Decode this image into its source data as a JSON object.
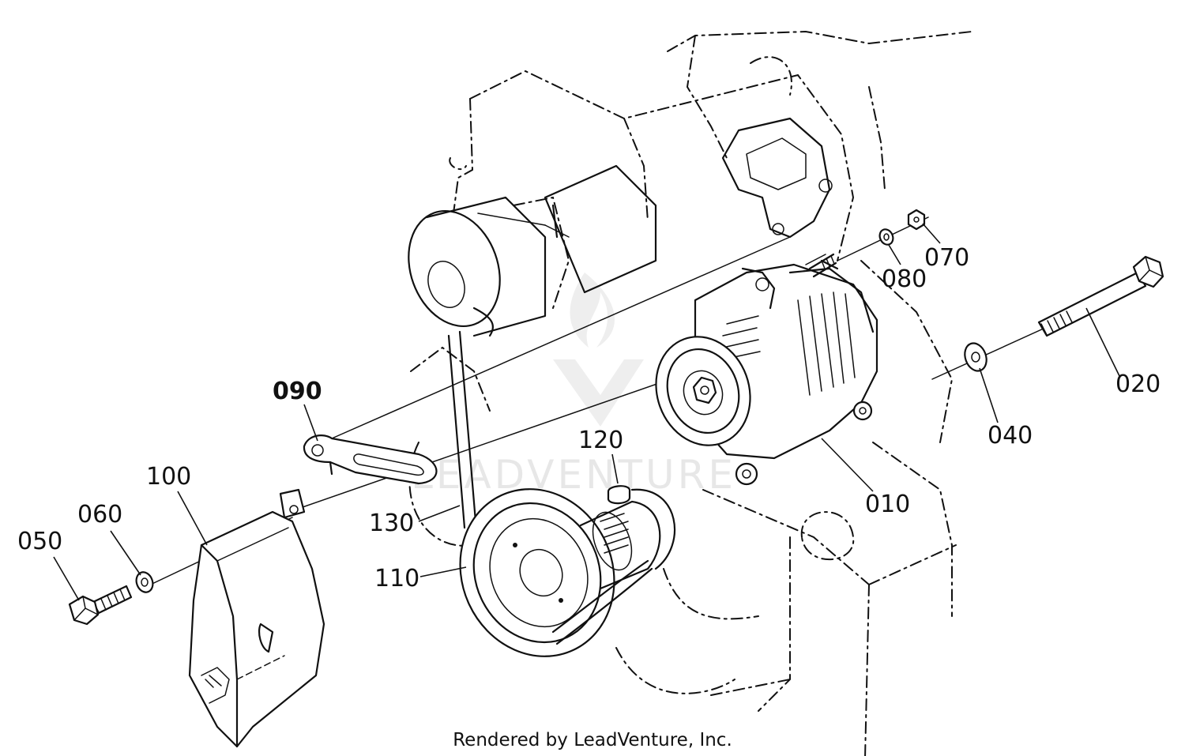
{
  "diagram": {
    "callouts": {
      "p010": "010",
      "p020": "020",
      "p040": "040",
      "p050": "050",
      "p060": "060",
      "p070": "070",
      "p080": "080",
      "p090": "090",
      "p100": "100",
      "p110": "110",
      "p120": "120",
      "p130": "130"
    },
    "watermark": "LEADVENTURE",
    "credit": "Rendered by LeadVenture, Inc."
  }
}
